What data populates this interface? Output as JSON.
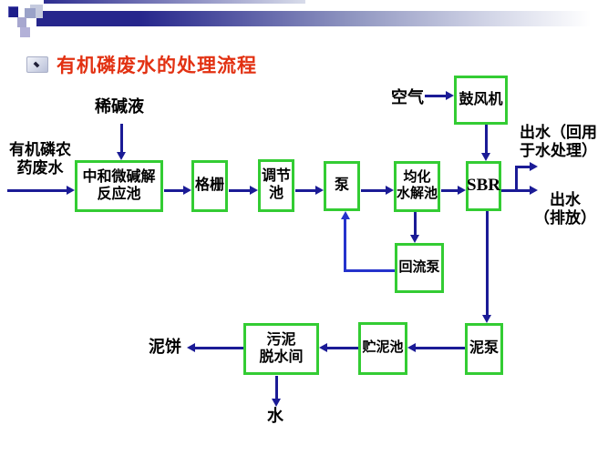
{
  "slide": {
    "title": "有机磷废水的处理流程"
  },
  "flow": {
    "boxes": {
      "neutralization": "中和微碱解\n反应池",
      "screen": "格栅",
      "regulating": "调节\n池",
      "pump": "泵",
      "equalization": "均化\n水解池",
      "sbr": "SBR",
      "blower": "鼓风机",
      "reflux_pump": "回流泵",
      "mud_pump": "泥泵",
      "sludge_storage": "贮泥池",
      "dewatering": "污泥\n脱水间"
    },
    "labels": {
      "influent": "有机磷农\n药废水",
      "alkali": "稀碱液",
      "air": "空气",
      "effluent_reuse": "出水（回用\n于水处理）",
      "effluent_discharge": "出水\n（排放）",
      "mud_cake": "泥饼",
      "water": "水"
    }
  },
  "colors": {
    "box_border": "#33cc33",
    "arrow": "#1b1b96",
    "reflux_arrow": "#2533cc",
    "title": "#e23112"
  }
}
